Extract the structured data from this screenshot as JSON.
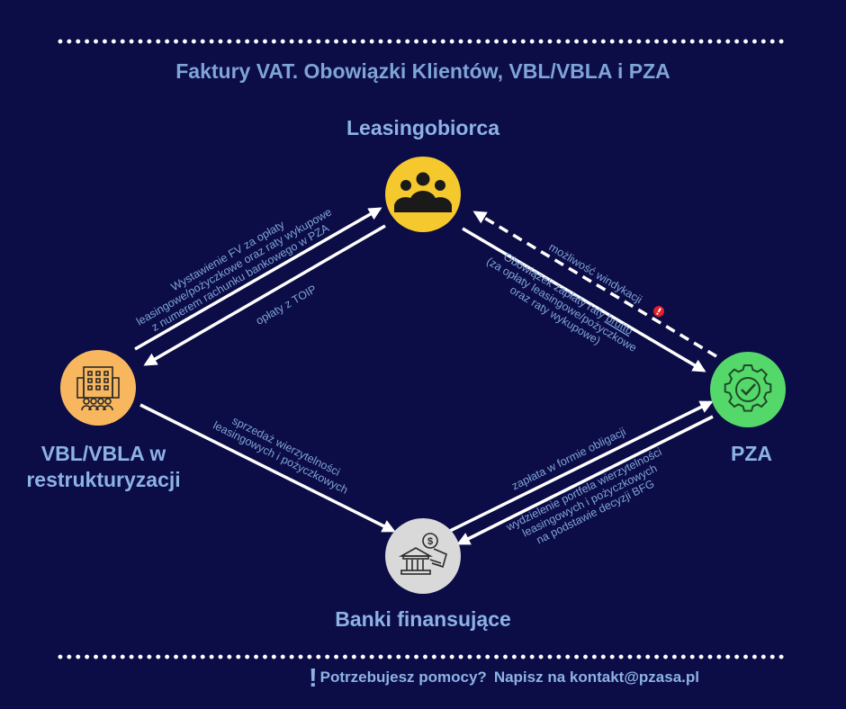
{
  "title": "Faktury VAT. Obowiązki Klientów, VBL/VBLA i PZA",
  "nodes": {
    "leasingobiorca": {
      "label": "Leasingobiorca",
      "icon": "users-group-icon",
      "color": "#f5c82e"
    },
    "vbl": {
      "label_line1": "VBL/VBLA w",
      "label_line2": "restrukturyzacji",
      "icon": "office-building-people-icon",
      "color": "#f8b75e"
    },
    "pza": {
      "label": "PZA",
      "icon": "gear-check-icon",
      "color": "#55d86a"
    },
    "banki": {
      "label": "Banki finansujące",
      "icon": "bank-money-icon",
      "color": "#d9d9d9"
    }
  },
  "edges": {
    "vbl_to_leasing": {
      "line1": "Wystawienie FV za opłaty",
      "line2": "leasingowe/pożyczkowe oraz raty wykupowe",
      "line3": "z numerem rachunku bankowego w PZA"
    },
    "leasing_to_vbl": {
      "line1": "opłaty z TOIP"
    },
    "pza_to_leasing": {
      "line1": "możliwość windykacji"
    },
    "leasing_to_pza": {
      "line1": "Obowiązek zapłaty raty",
      "line1_underlined": "brutto",
      "line2": "(za opłaty leasingowe/pożyczkowe",
      "line3": "oraz raty wykupowe)"
    },
    "vbl_to_banki": {
      "line1": "sprzedaż wierzytelności",
      "line2": "leasingowych i pożyczkowych"
    },
    "banki_to_pza": {
      "line1": "zapłata w formie obligacji"
    },
    "pza_to_banki": {
      "line1": "wydzielenie portfela wierzytelności",
      "line2": "leasingowych i pożyczkowych",
      "line3": "na podstawie decyzji BFG"
    }
  },
  "footer": {
    "help_question": "Potrzebujesz pomocy?",
    "help_contact": "Napisz na kontakt@pzasa.pl"
  },
  "colors": {
    "background": "#0c0c46",
    "text": "#7ea4d8",
    "arrow": "#ffffff",
    "warning": "#e0202a"
  }
}
